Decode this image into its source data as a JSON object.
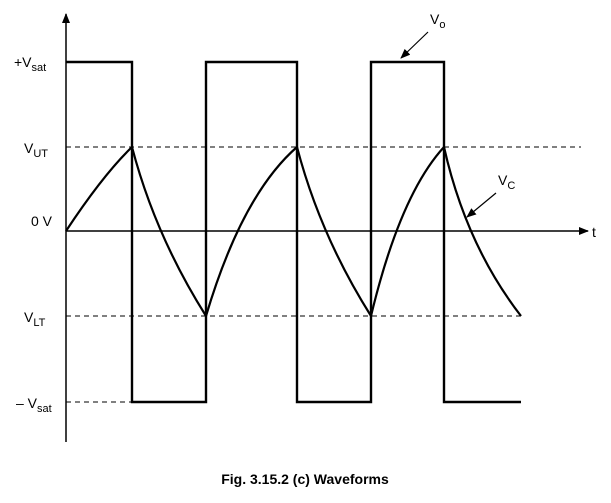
{
  "figure": {
    "caption": "Fig. 3.15.2 (c) Waveforms"
  },
  "axis": {
    "t_label": "t"
  },
  "levels": {
    "pos_sat": {
      "main": "+V",
      "sub": "sat"
    },
    "vut": {
      "main": "V",
      "sub": "UT"
    },
    "zero": "0 V",
    "vlt": {
      "main": "V",
      "sub": "LT"
    },
    "neg_sat": {
      "main": "– V",
      "sub": "sat"
    }
  },
  "signals": {
    "vo": {
      "main": "V",
      "sub": "o"
    },
    "vc": {
      "main": "V",
      "sub": "C"
    }
  }
}
